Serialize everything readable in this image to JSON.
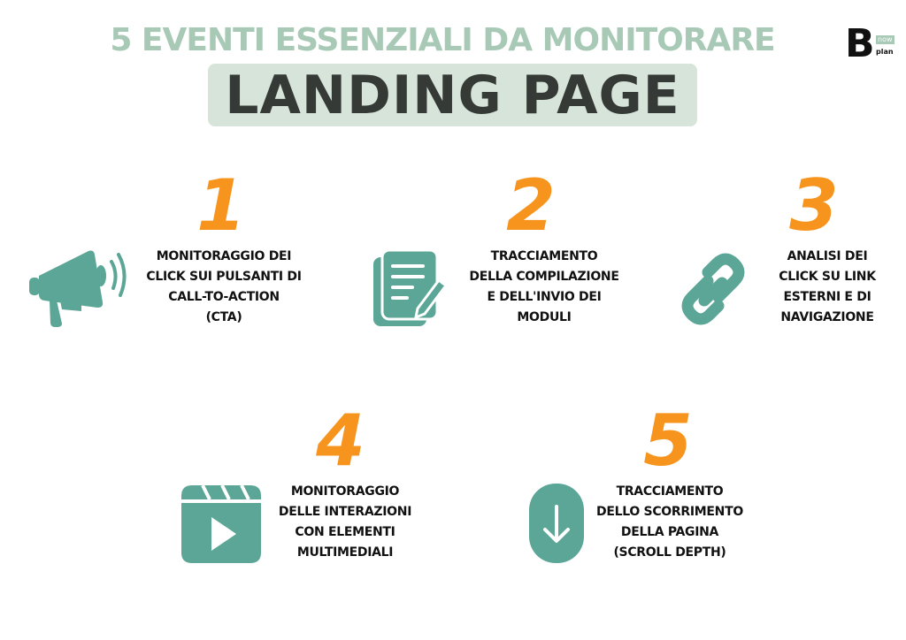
{
  "header": {
    "subtitle": "5 EVENTI ESSENZIALI DA MONITORARE",
    "title": "LANDING PAGE",
    "logo": {
      "letter": "B",
      "word1": "plan",
      "word2": "now"
    }
  },
  "colors": {
    "accent": "#5ba696",
    "number": "#f7941d",
    "subtitle": "#a8c9b5",
    "pill": "#d6e4da"
  },
  "events": [
    {
      "number": "1",
      "icon": "megaphone-icon",
      "lines": [
        "MONITORAGGIO DEI",
        "CLICK SUI PULSANTI DI",
        "CALL-TO-ACTION",
        "(CTA)"
      ]
    },
    {
      "number": "2",
      "icon": "form-document-icon",
      "lines": [
        "TRACCIAMENTO",
        "DELLA COMPILAZIONE",
        "E DELL'INVIO DEI",
        "MODULI"
      ]
    },
    {
      "number": "3",
      "icon": "link-icon",
      "lines": [
        "ANALISI DEI",
        "CLICK SU LINK",
        "ESTERNI E DI",
        "NAVIGAZIONE"
      ]
    },
    {
      "number": "4",
      "icon": "video-play-icon",
      "lines": [
        "MONITORAGGIO",
        "DELLE INTERAZIONI",
        "CON ELEMENTI",
        "MULTIMEDIALI"
      ]
    },
    {
      "number": "5",
      "icon": "scroll-down-icon",
      "lines": [
        "TRACCIAMENTO",
        "DELLO SCORRIMENTO",
        "DELLA PAGINA",
        "(SCROLL DEPTH)"
      ]
    }
  ]
}
